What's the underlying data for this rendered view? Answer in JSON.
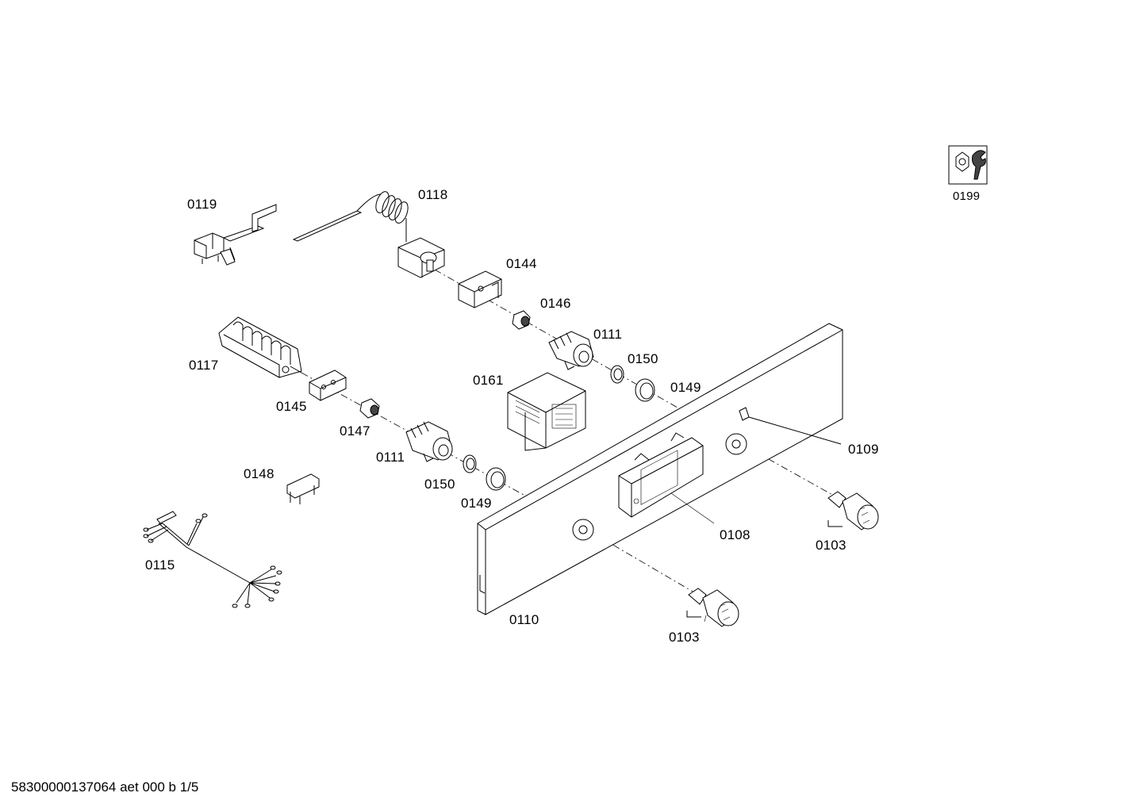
{
  "labels": {
    "p0119": "0119",
    "p0118": "0118",
    "p0144": "0144",
    "p0146": "0146",
    "p0111_top": "0111",
    "p0150_top": "0150",
    "p0149_top": "0149",
    "p0117": "0117",
    "p0161": "0161",
    "p0145": "0145",
    "p0147": "0147",
    "p0111_bottom": "0111",
    "p0148": "0148",
    "p0150_bottom": "0150",
    "p0149_bottom": "0149",
    "p0109": "0109",
    "p0108": "0108",
    "p0103_right": "0103",
    "p0115": "0115",
    "p0110": "0110",
    "p0103_bottom": "0103",
    "p0199": "0199"
  },
  "footer": {
    "document_id": "58300000137064 aet 000 b 1/5"
  }
}
